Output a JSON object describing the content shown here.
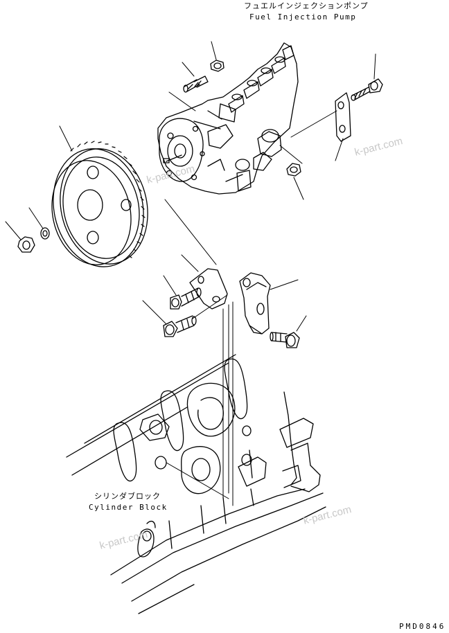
{
  "labels": {
    "pump_jp": "フュエルインジェクションポンプ",
    "pump_en": "Fuel Injection Pump",
    "block_jp": "シリンダブロック",
    "block_en": "Cylinder Block"
  },
  "watermarks": [
    "k-part.com",
    "k-part.com",
    "k-part.com",
    "k-part.com"
  ],
  "drawing_code": "PMD0846"
}
